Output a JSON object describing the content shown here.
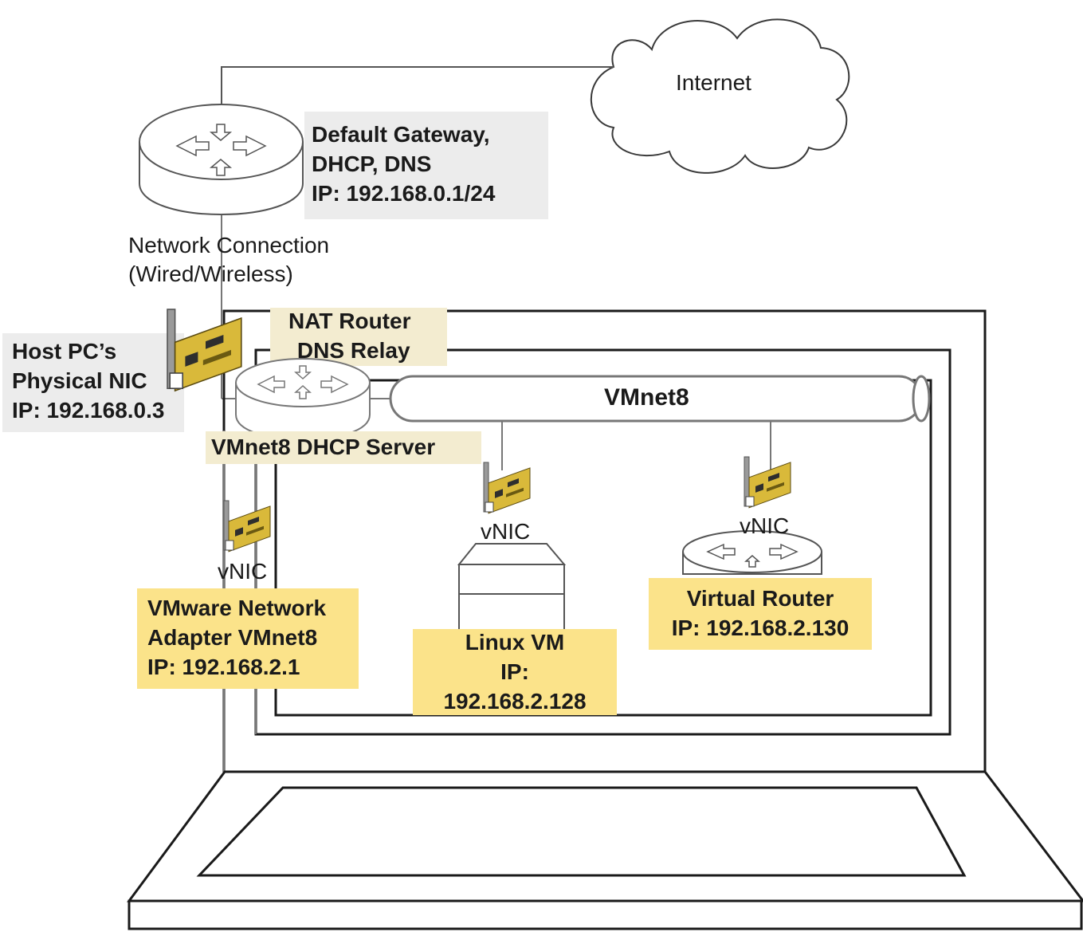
{
  "diagram": {
    "internet": {
      "label": "Internet"
    },
    "gateway": {
      "line1": "Default Gateway,",
      "line2": "DHCP, DNS",
      "line3": "IP: 192.168.0.1/24"
    },
    "network_connection": {
      "line1": "Network Connection",
      "line2": "(Wired/Wireless)"
    },
    "host_nic": {
      "line1": "Host PC’s",
      "line2": "Physical NIC",
      "line3": "IP: 192.168.0.3"
    },
    "nat_router": {
      "line1": "NAT Router",
      "line2": "DNS Relay"
    },
    "vmnet8": {
      "label": "VMnet8"
    },
    "dhcp_server": {
      "label": "VMnet8 DHCP Server"
    },
    "vnic_labels": [
      "vNIC",
      "vNIC",
      "vNIC"
    ],
    "vmware_adapter": {
      "line1": "VMware Network",
      "line2": "Adapter VMnet8",
      "line3": "IP: 192.168.2.1"
    },
    "linux_vm": {
      "line1": "Linux VM",
      "line2": "IP:",
      "line3": "192.168.2.128"
    },
    "virtual_router": {
      "line1": "Virtual Router",
      "line2": "IP: 192.168.2.130"
    }
  }
}
